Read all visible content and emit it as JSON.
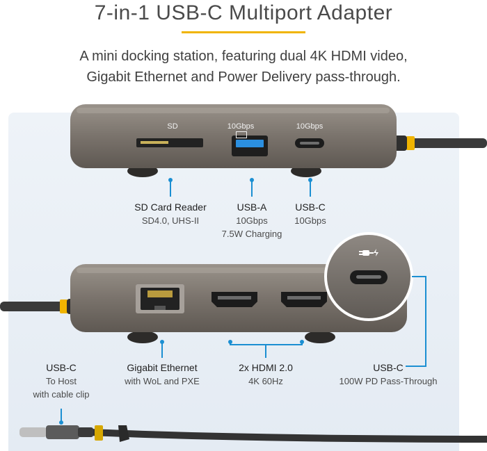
{
  "header": {
    "title": "7-in-1 USB-C Multiport Adapter",
    "subtitle_line1": "A mini docking station, featuring dual 4K HDMI video,",
    "subtitle_line2": "Gigabit Ethernet and Power Delivery pass-through."
  },
  "colors": {
    "accent_yellow": "#f0b400",
    "callout_blue": "#1b8fd2",
    "device_gray": "#7d766f"
  },
  "top_device": {
    "port_labels": {
      "sd": "SD",
      "usb_a": "10Gbps",
      "usb_c": "10Gbps"
    },
    "callouts": [
      {
        "title": "SD Card Reader",
        "line1": "SD4.0, UHS-II",
        "line2": ""
      },
      {
        "title": "USB-A",
        "line1": "10Gbps",
        "line2": "7.5W Charging"
      },
      {
        "title": "USB-C",
        "line1": "10Gbps",
        "line2": ""
      }
    ]
  },
  "bottom_device": {
    "callouts": [
      {
        "title": "USB-C",
        "line1": "To Host",
        "line2": "with cable clip"
      },
      {
        "title": "Gigabit Ethernet",
        "line1": "with WoL and PXE",
        "line2": ""
      },
      {
        "title": "2x HDMI 2.0",
        "line1": "4K 60Hz",
        "line2": ""
      },
      {
        "title": "USB-C",
        "line1": "100W PD Pass-Through",
        "line2": ""
      }
    ]
  }
}
